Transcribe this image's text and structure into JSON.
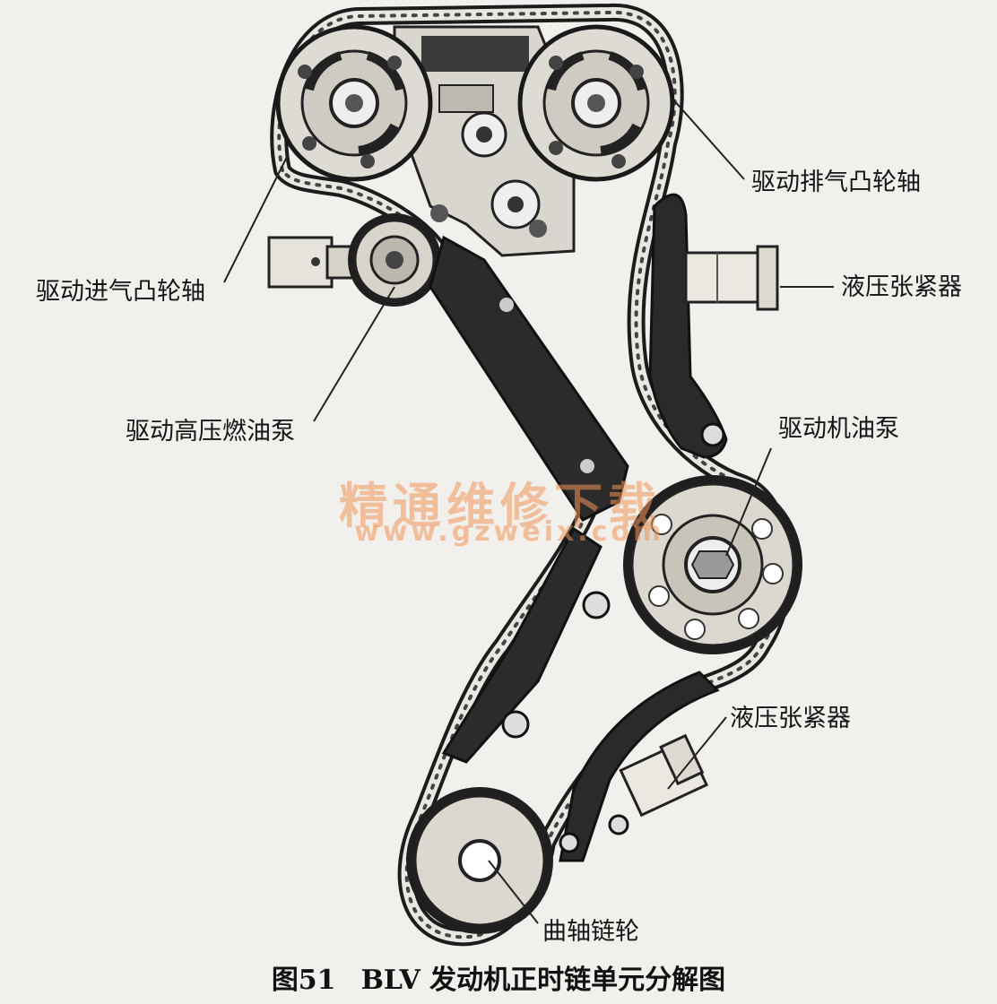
{
  "labels": {
    "exhaust_cam": "驱动排气凸轮轴",
    "intake_cam": "驱动进气凸轮轴",
    "hydraulic_tensioner_upper": "液压张紧器",
    "fuel_pump": "驱动高压燃油泵",
    "oil_pump": "驱动机油泵",
    "hydraulic_tensioner_lower": "液压张紧器",
    "crank_sprocket": "曲轴链轮"
  },
  "caption": {
    "figure_number": "图51",
    "title": "BLV 发动机正时链单元分解图"
  },
  "watermark": {
    "text": "精通维修下载",
    "url": "www.gzweix.com"
  }
}
